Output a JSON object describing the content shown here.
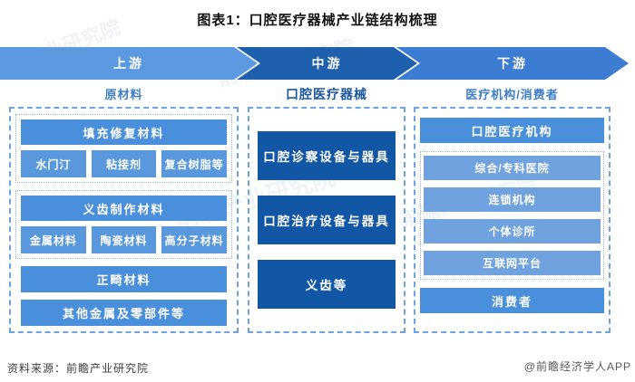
{
  "title": "图表1：口腔医疗器械产业链结构梳理",
  "stages": [
    {
      "label": "上游"
    },
    {
      "label": "中游"
    },
    {
      "label": "下游"
    }
  ],
  "columns": {
    "upstream": {
      "header": "原材料",
      "groups": [
        {
          "title": "填充修复材料",
          "items": [
            "水门汀",
            "粘接剂",
            "复合树脂等"
          ]
        },
        {
          "title": "义齿制作材料",
          "items": [
            "金属材料",
            "陶瓷材料",
            "高分子材料"
          ]
        }
      ],
      "standalone": [
        "正畸材料",
        "其他金属及零部件等"
      ]
    },
    "midstream": {
      "header": "口腔医疗器械",
      "items": [
        "口腔诊察设备与器具",
        "口腔治疗设备与器具",
        "义齿等"
      ]
    },
    "downstream": {
      "header": "医疗机构/消费者",
      "top": "口腔医疗机构",
      "group_items": [
        "综合/专科医院",
        "连锁机构",
        "个体诊所",
        "互联网平台"
      ],
      "bottom": "消费者"
    }
  },
  "footer": {
    "source": "资料来源：前瞻产业研究院",
    "credit": "@前瞻经济学人APP"
  },
  "watermark": "前瞻产业研究院",
  "colors": {
    "arrow_upstream": "#5B99E0",
    "arrow_midstream": "#1E60AE",
    "arrow_downstream": "#3C7DD3",
    "box_medium": "#4A8FDB",
    "box_light": "#5A98DE",
    "box_dark": "#1257A6",
    "box_lighter": "#6FA2DF",
    "header_blue": "#3E7DC8",
    "header_dark": "#1B57A0"
  }
}
